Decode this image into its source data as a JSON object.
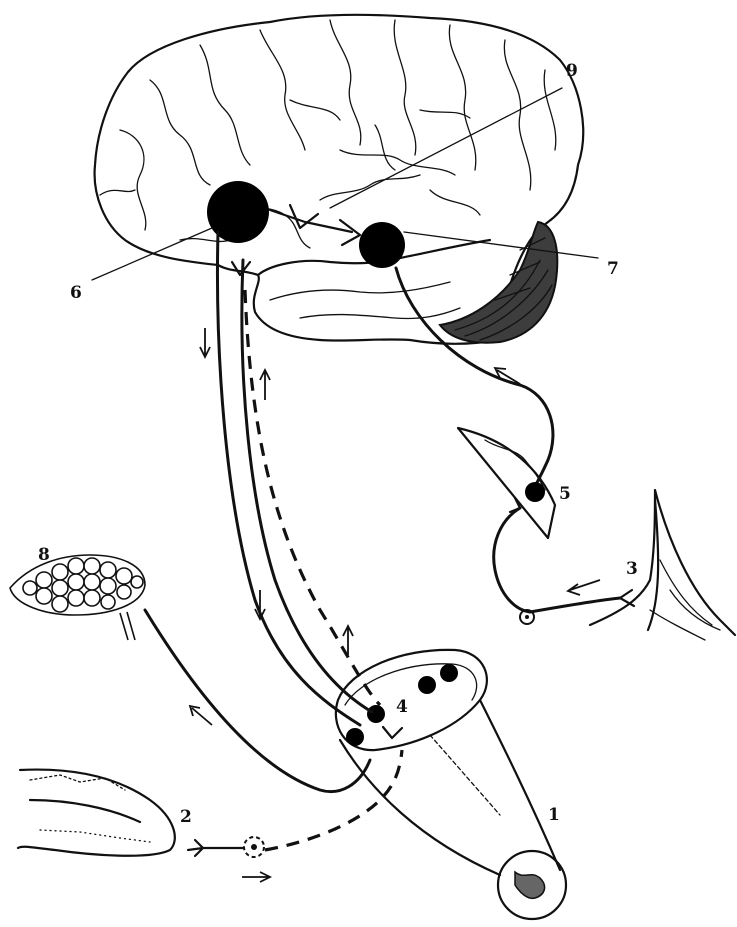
{
  "labels": {
    "l1": "1",
    "l2": "2",
    "l3": "3",
    "l4": "4",
    "l5": "5",
    "l6": "6",
    "l7": "7",
    "l8": "8",
    "l9": "9"
  },
  "colors": {
    "ink": "#111111",
    "cerebellum": "#3a3a3a"
  }
}
